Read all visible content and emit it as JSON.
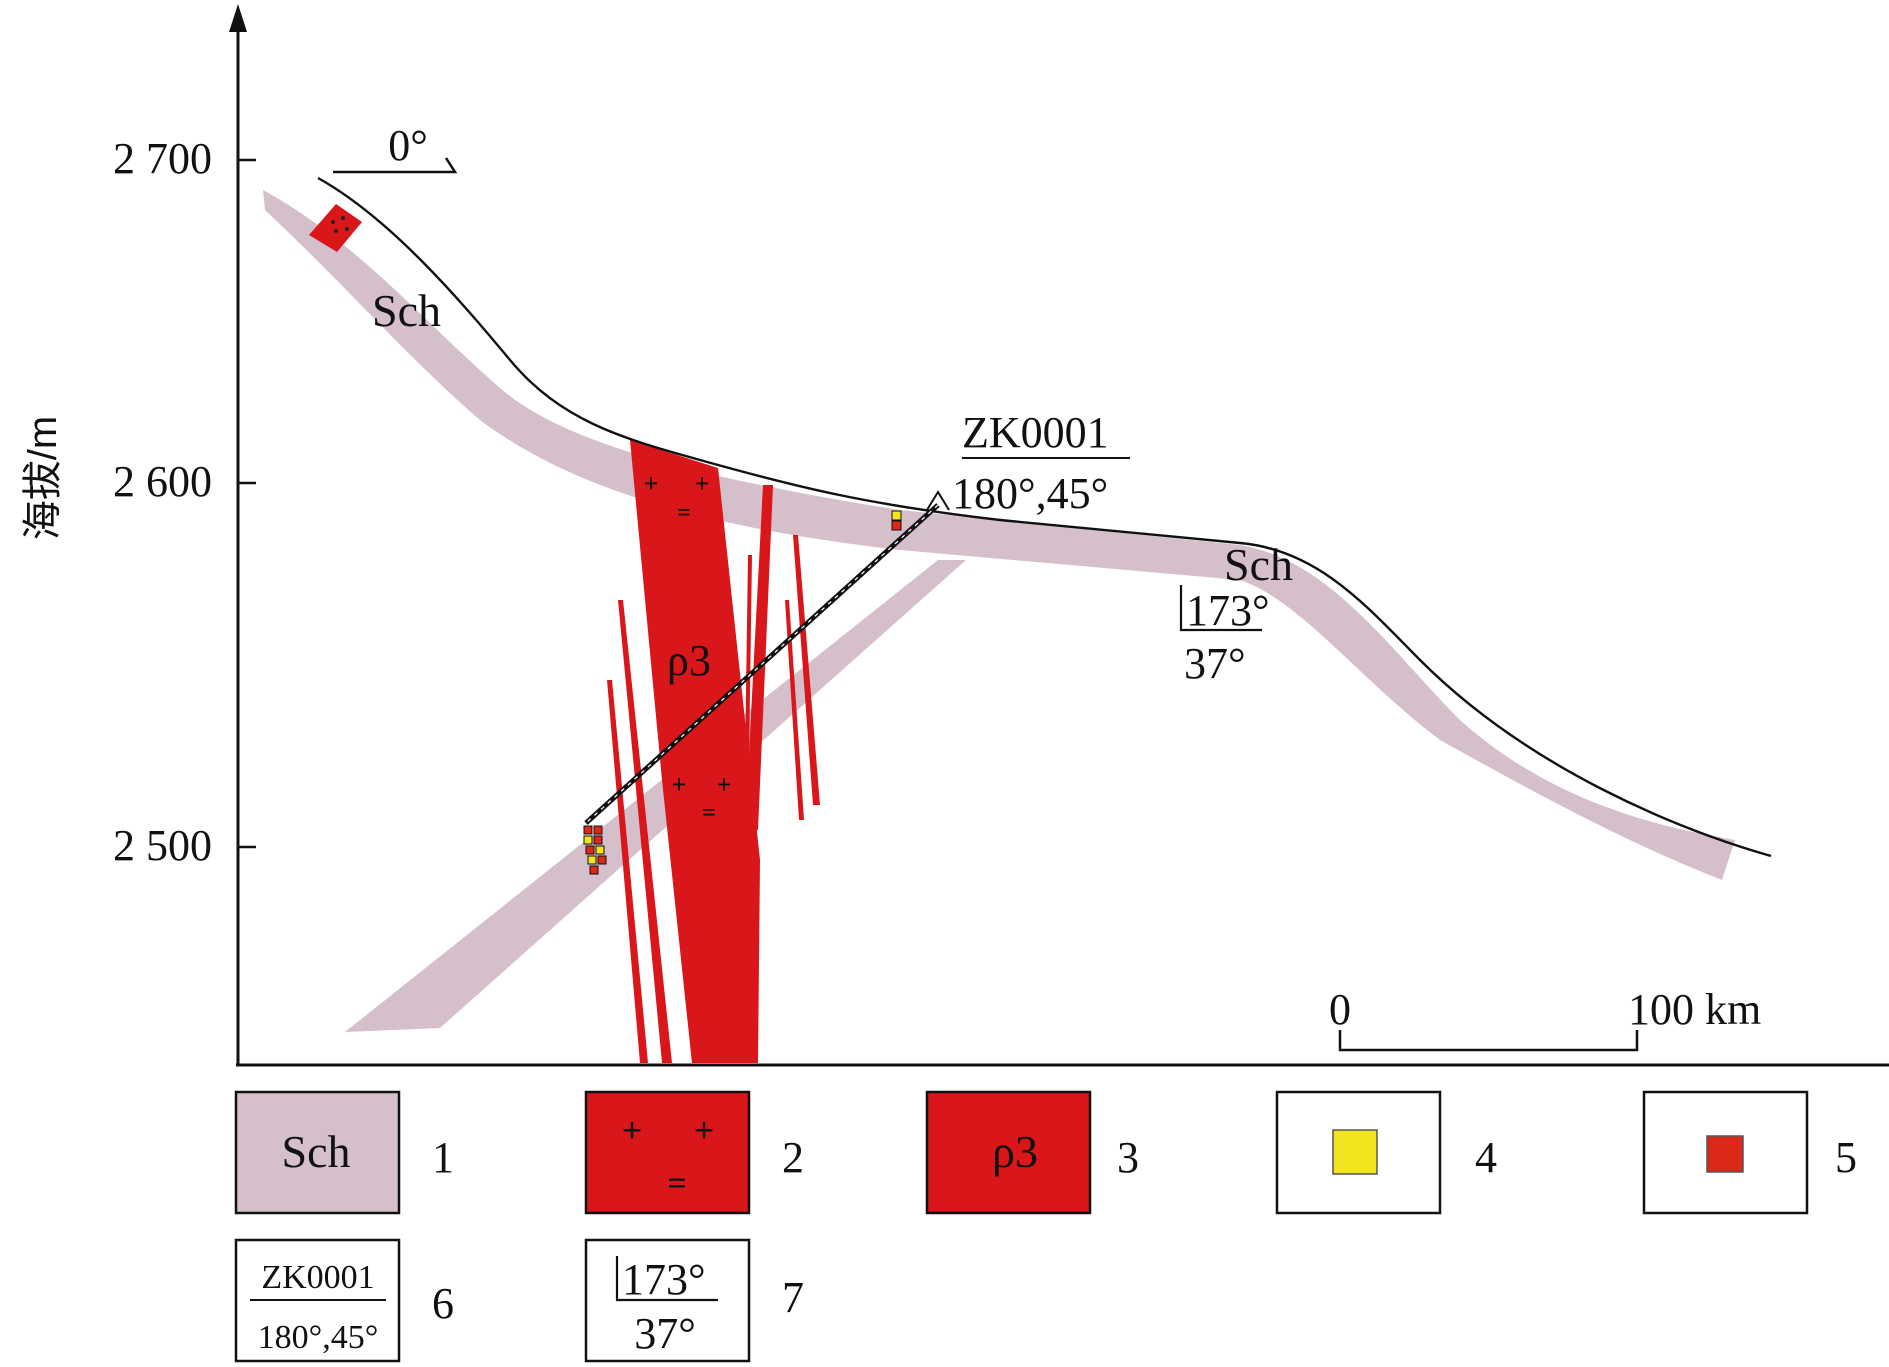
{
  "axis": {
    "ylabel": "海拔/m",
    "ticks": [
      "2 700",
      "2 600",
      "2 500"
    ]
  },
  "strike_symbol": {
    "label": "0°"
  },
  "labels": {
    "sch_upper": "Sch",
    "sch_right": "Sch",
    "dyke": "ρ3",
    "drill_name": "ZK0001",
    "drill_angle": "180°,45°",
    "attitude_dir": "173°",
    "attitude_dip": "37°",
    "glyph_plus": "+",
    "glyph_eq": "="
  },
  "scale_bar": {
    "start": "0",
    "end": "100 km"
  },
  "legend": [
    {
      "num": "1",
      "text": "Sch"
    },
    {
      "num": "2"
    },
    {
      "num": "3",
      "text": "ρ3"
    },
    {
      "num": "4"
    },
    {
      "num": "5"
    },
    {
      "num": "6",
      "top": "ZK0001",
      "bottom": "180°,45°"
    },
    {
      "num": "7",
      "top": "173°",
      "bottom": "37°"
    }
  ],
  "colors": {
    "schist": "#d4bfcb",
    "granite": "#d9161a",
    "ore_yellow": "#f2e41e",
    "ore_red": "#dc2818",
    "line": "#111111"
  }
}
